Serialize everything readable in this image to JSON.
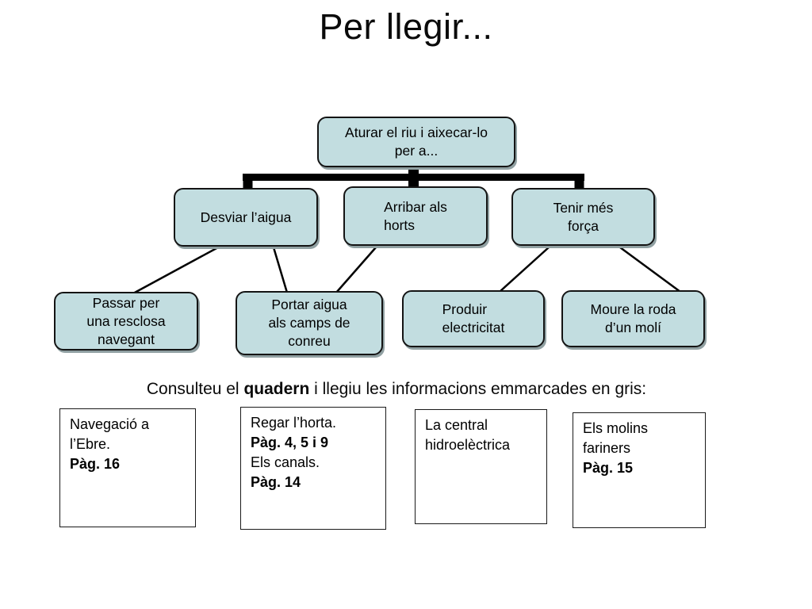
{
  "slide_title": "Per llegir...",
  "colors": {
    "background": "#ffffff",
    "node_fill": "#c2dde0",
    "node_border": "#141414",
    "node_shadow": "#90a0a2",
    "connector": "#000000",
    "text": "#0a0a0a",
    "card_border": "#1a1a1a"
  },
  "diagram": {
    "nodes": {
      "root": {
        "lines": [
          "Aturar el riu i aixecar-lo",
          "per a..."
        ]
      },
      "desviar": {
        "lines": [
          "Desviar l’aigua",
          ""
        ]
      },
      "arribar": {
        "lines": [
          "Arribar als",
          "horts"
        ]
      },
      "tenir": {
        "lines": [
          "Tenir més",
          "força"
        ]
      },
      "passar": {
        "lines": [
          "Passar per",
          "una resclosa",
          "navegant"
        ]
      },
      "portar": {
        "lines": [
          "Portar aigua",
          "als camps de",
          "conreu"
        ]
      },
      "produir": {
        "lines": [
          "Produir",
          "electricitat"
        ]
      },
      "moure": {
        "lines": [
          "Moure la roda",
          "d’un molí"
        ]
      }
    }
  },
  "instruction": {
    "prefix": "Consulteu el ",
    "bold": "quadern",
    "suffix": " i llegiu les informacions emmarcades en gris:"
  },
  "cards": [
    {
      "lines": [
        {
          "text": "Navegació a",
          "bold": false
        },
        {
          "text": "l’Ebre.",
          "bold": false
        },
        {
          "text": "Pàg. 16",
          "bold": true
        }
      ]
    },
    {
      "lines": [
        {
          "text": "Regar l’horta.",
          "bold": false
        },
        {
          "text": "Pàg. 4, 5 i 9",
          "bold": true
        },
        {
          "text": "Els canals.",
          "bold": false
        },
        {
          "text": "Pàg. 14",
          "bold": true
        }
      ]
    },
    {
      "lines": [
        {
          "text": "La central",
          "bold": false
        },
        {
          "text": "hidroelèctrica",
          "bold": false
        }
      ]
    },
    {
      "lines": [
        {
          "text": "Els molins",
          "bold": false
        },
        {
          "text": "fariners",
          "bold": false
        },
        {
          "text": "Pàg. 15",
          "bold": true
        }
      ]
    }
  ]
}
